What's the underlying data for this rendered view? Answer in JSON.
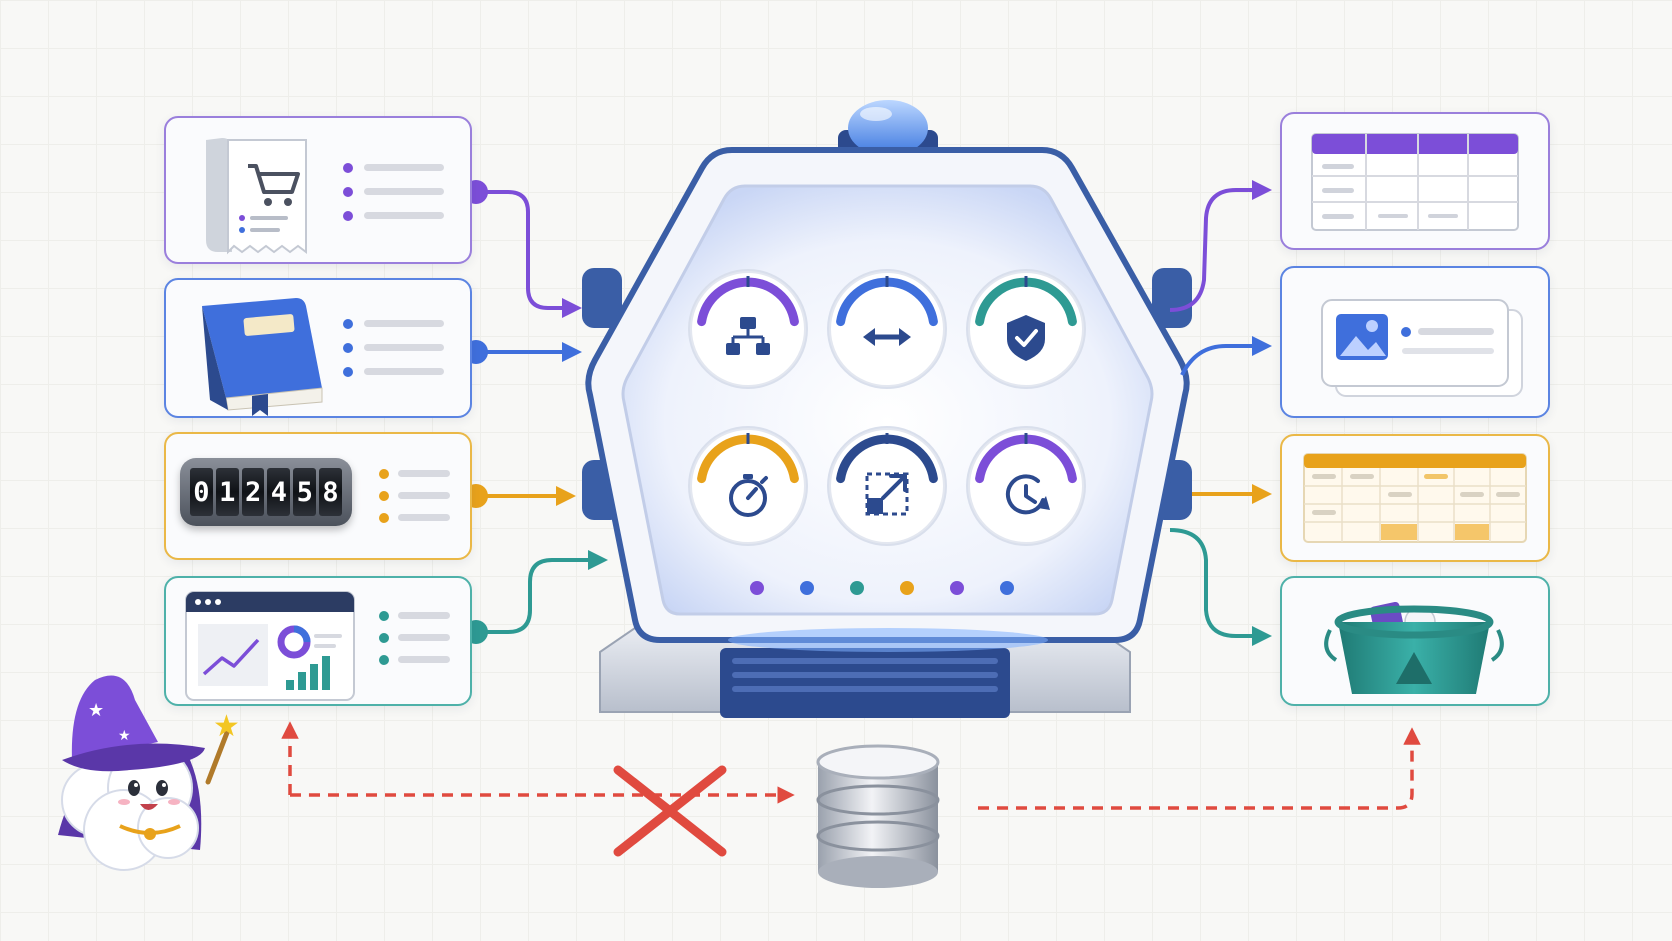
{
  "odometer": {
    "digits": [
      "0",
      "1",
      "2",
      "4",
      "5",
      "8"
    ]
  },
  "colors": {
    "purple": "#7c4ed8",
    "blue": "#3f6fdc",
    "orange": "#e8a21b",
    "teal": "#2e9a93",
    "red": "#e04a3f",
    "navy": "#2c4a8e",
    "machine_frame": "#3a5ea6"
  },
  "inputs": [
    {
      "name": "receipt",
      "icon": "shopping-cart-receipt-icon",
      "color": "purple"
    },
    {
      "name": "book",
      "icon": "book-icon",
      "color": "blue"
    },
    {
      "name": "counter",
      "icon": "odometer-counter-icon",
      "color": "orange"
    },
    {
      "name": "dashboard",
      "icon": "dashboard-chart-icon",
      "color": "teal"
    }
  ],
  "dials": [
    {
      "icon": "hierarchy-icon",
      "color": "purple"
    },
    {
      "icon": "double-arrow-icon",
      "color": "blue"
    },
    {
      "icon": "shield-check-icon",
      "color": "teal"
    },
    {
      "icon": "stopwatch-icon",
      "color": "orange"
    },
    {
      "icon": "resize-arrow-icon",
      "color": "navy"
    },
    {
      "icon": "clock-refresh-icon",
      "color": "purple"
    }
  ],
  "indicator_dots": [
    "purple",
    "blue",
    "teal",
    "orange",
    "purple",
    "blue"
  ],
  "outputs": [
    {
      "name": "table",
      "icon": "table-icon",
      "color": "purple"
    },
    {
      "name": "profile-cards",
      "icon": "image-card-icon",
      "color": "blue"
    },
    {
      "name": "spreadsheet",
      "icon": "spreadsheet-icon",
      "color": "orange"
    },
    {
      "name": "bucket",
      "icon": "bucket-shapes-icon",
      "color": "teal"
    }
  ],
  "bypass_path": {
    "blocked": true,
    "icon": "database-icon",
    "color": "red"
  },
  "mascot": {
    "icon": "wizard-cloud-mascot-icon"
  }
}
